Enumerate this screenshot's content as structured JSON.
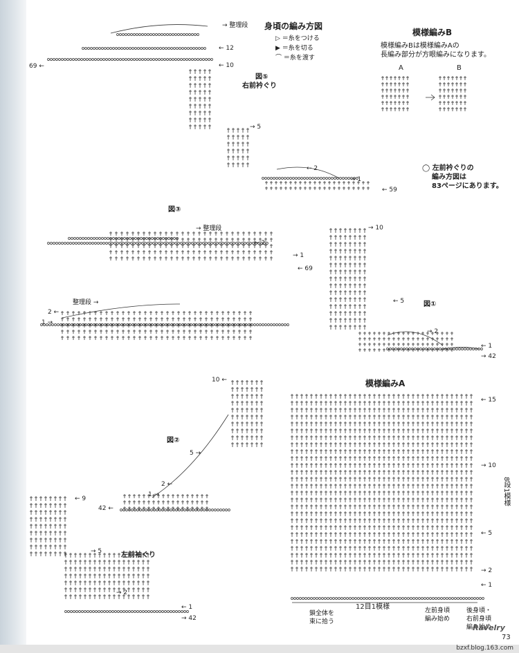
{
  "main_title": "身頃の編み方図",
  "legend": [
    {
      "symbol": "▷",
      "text": "＝糸をつける",
      "icon": "attach-yarn-icon"
    },
    {
      "symbol": "▶",
      "text": "＝糸を切る",
      "icon": "cut-yarn-icon"
    },
    {
      "symbol": "⌒",
      "text": "＝糸を渡す",
      "icon": "carry-yarn-icon"
    }
  ],
  "diagram5": {
    "fig": "図⑤",
    "name": "右前衿ぐり",
    "rows": {
      "finish": "整理段",
      "r12": "12",
      "r10": "10",
      "r5": "5",
      "r2": "2",
      "r1": "1"
    },
    "st_left": "69",
    "st_right": "59"
  },
  "patternB": {
    "title": "模様編みB",
    "desc": [
      "模様編みBは模様編みAの",
      "長編み部分が方眼編みになります。"
    ],
    "label_a": "A",
    "label_b": "B"
  },
  "note": {
    "marker": "◯",
    "lines": [
      "左前衿ぐりの",
      "編み方図は",
      "83ページにあります。"
    ]
  },
  "diagram3": {
    "fig": "図③",
    "finish1": "整理段",
    "finish2": "整理段",
    "r2": "2",
    "r1": "1",
    "st": "69",
    "r2b": "2",
    "r1b": "1"
  },
  "diagram1": {
    "fig": "図①",
    "r10": "10",
    "r5": "5",
    "r2": "2",
    "r1": "1",
    "st": "42"
  },
  "diagram2": {
    "fig": "図②",
    "r10": "10",
    "r5": "5",
    "r2": "2",
    "r1": "1",
    "st": "42"
  },
  "sleeve": {
    "name": "左前袖ぐり",
    "r9": "9",
    "r5": "5",
    "r2": "2",
    "r1": "1",
    "st": "42"
  },
  "patternA": {
    "title": "模様編みA",
    "r15": "15",
    "r10": "10",
    "r5": "5",
    "r2": "2",
    "r1": "1",
    "repeat_side": "8段1模様",
    "bottom_left": [
      "鎖全体を",
      "束に拾う"
    ],
    "repeat": "12目1模様",
    "start": [
      "左前身頃",
      "編み始め"
    ],
    "right": [
      "後身頃・",
      "右前身頃",
      "編み始め"
    ]
  },
  "page_number": "73",
  "watermark": "Ravelry",
  "footer_url": "bzxf.blog.163.com"
}
